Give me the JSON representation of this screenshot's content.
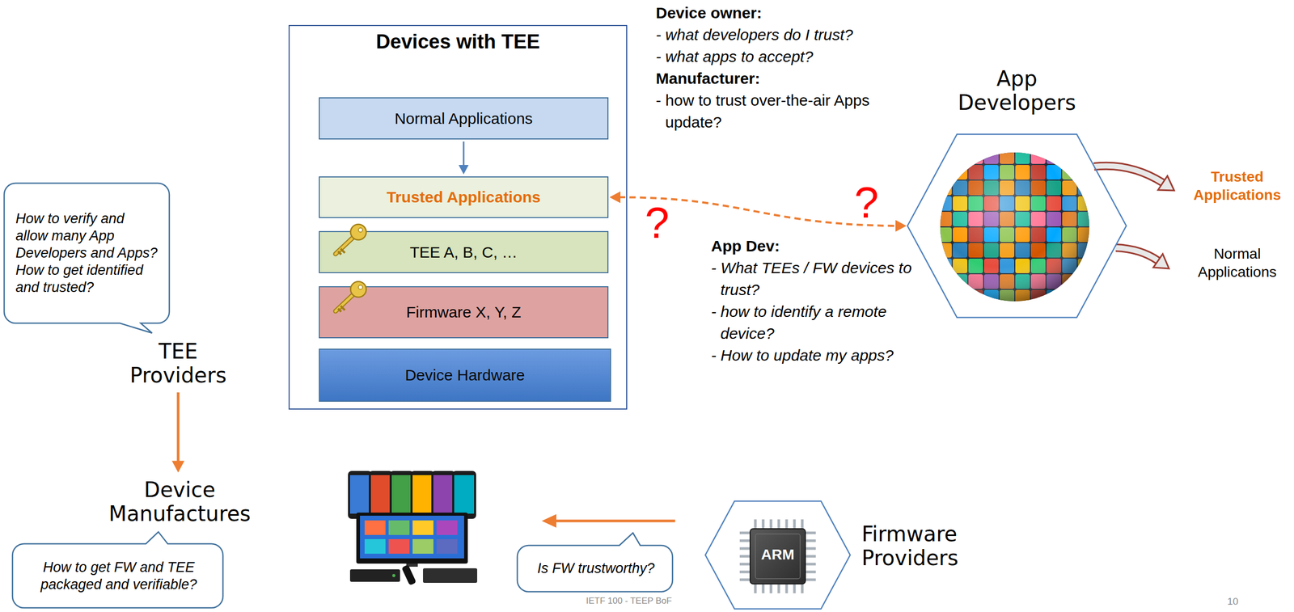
{
  "diagram": {
    "nodes": [
      {
        "text": [
          "Devices with TEE"
        ]
      },
      {
        "text": [
          "Normal Applications"
        ],
        "in": 0
      },
      {
        "text": [
          "Trusted Applications"
        ],
        "in": 0
      },
      {
        "text": [
          "TEE A, B, C, …"
        ],
        "in": 0
      },
      {
        "text": [
          "Firmware X, Y, Z"
        ],
        "in": 0
      },
      {
        "text": [
          "Device Hardware"
        ],
        "in": 0
      },
      {
        "text": [
          "App Developers"
        ]
      },
      {
        "text": [
          "How to verify and allow many App Developers and Apps? How to get identified and trusted?"
        ]
      },
      {
        "text": [
          "TEE Providers"
        ]
      },
      {
        "text": [
          "Device Manufactures"
        ]
      },
      {
        "text": [
          "How to get FW and TEE packaged and verifiable?"
        ]
      },
      {
        "text": [
          "Is FW trustworthy?"
        ]
      },
      {
        "text": [
          "Firmware Providers"
        ]
      }
    ],
    "edges": [
      {
        "from": 1,
        "to": 2,
        "arrow": "to"
      },
      {
        "from": 2,
        "to": 6,
        "arrow": "both"
      },
      {
        "from": 8,
        "to": 9,
        "arrow": "to"
      }
    ],
    "labels": [
      "Device owner:",
      "- what developers do I trust?",
      "- what apps to accept?",
      "Manufacturer:",
      "- how to trust over-the-air Apps update?",
      "?",
      "?",
      "App Dev:",
      "- What TEEs / FW devices to trust?",
      "- how to identify a remote device?",
      "- How to update my apps?",
      "Trusted Applications",
      "Normal Applications",
      "ARM",
      "IETF 100 - TEEP BoF",
      "10"
    ]
  }
}
